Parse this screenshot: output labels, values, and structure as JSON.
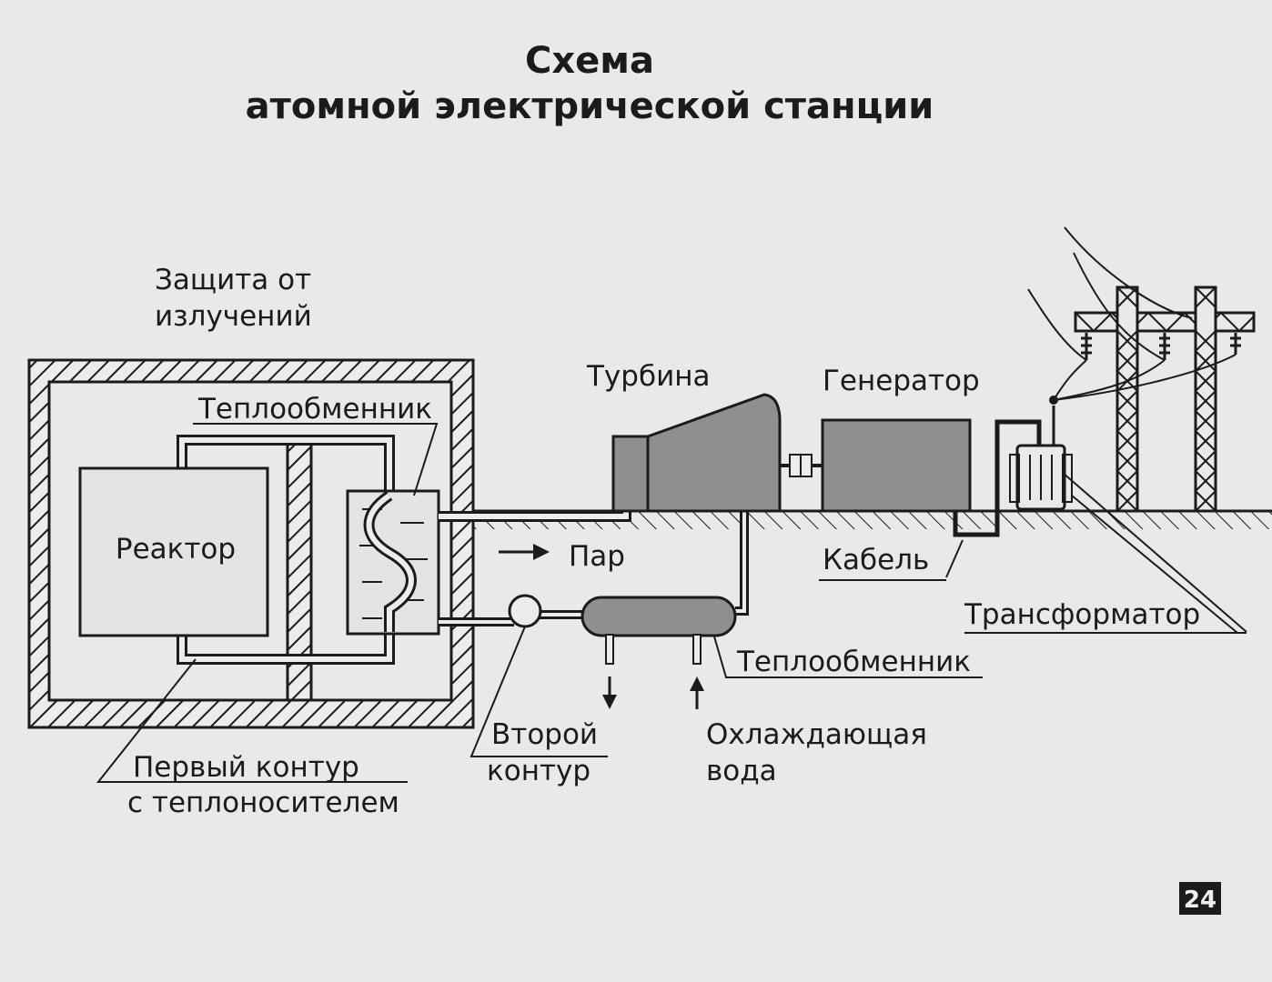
{
  "title": {
    "line1": "Схема",
    "line2": "атомной электрической станции"
  },
  "labels": {
    "shielding_1": "Защита от",
    "shielding_2": "излучений",
    "heat_exchanger_primary": "Теплообменник",
    "reactor": "Реактор",
    "turbine": "Турбина",
    "generator": "Генератор",
    "steam": "Пар",
    "cable": "Кабель",
    "transformer": "Трансформатор",
    "heat_exchanger_condenser": "Теплообменник",
    "primary_circuit_1": "Первый контур",
    "primary_circuit_2": "с теплоносителем",
    "secondary_circuit_1": "Второй",
    "secondary_circuit_2": "контур",
    "cooling_water_1": "Охлаждающая",
    "cooling_water_2": "вода"
  },
  "page_number": "24",
  "colors": {
    "background": "#e9e9e9",
    "ink": "#1b1b1b",
    "machine_fill": "#8f8f8f",
    "reactor_fill": "#e4e4e4",
    "badge_fill": "#1b1b1b"
  },
  "icons": {
    "steam_arrow": "right-arrow-icon",
    "water_out_arrow": "down-arrow-icon",
    "water_in_arrow": "up-arrow-icon"
  }
}
